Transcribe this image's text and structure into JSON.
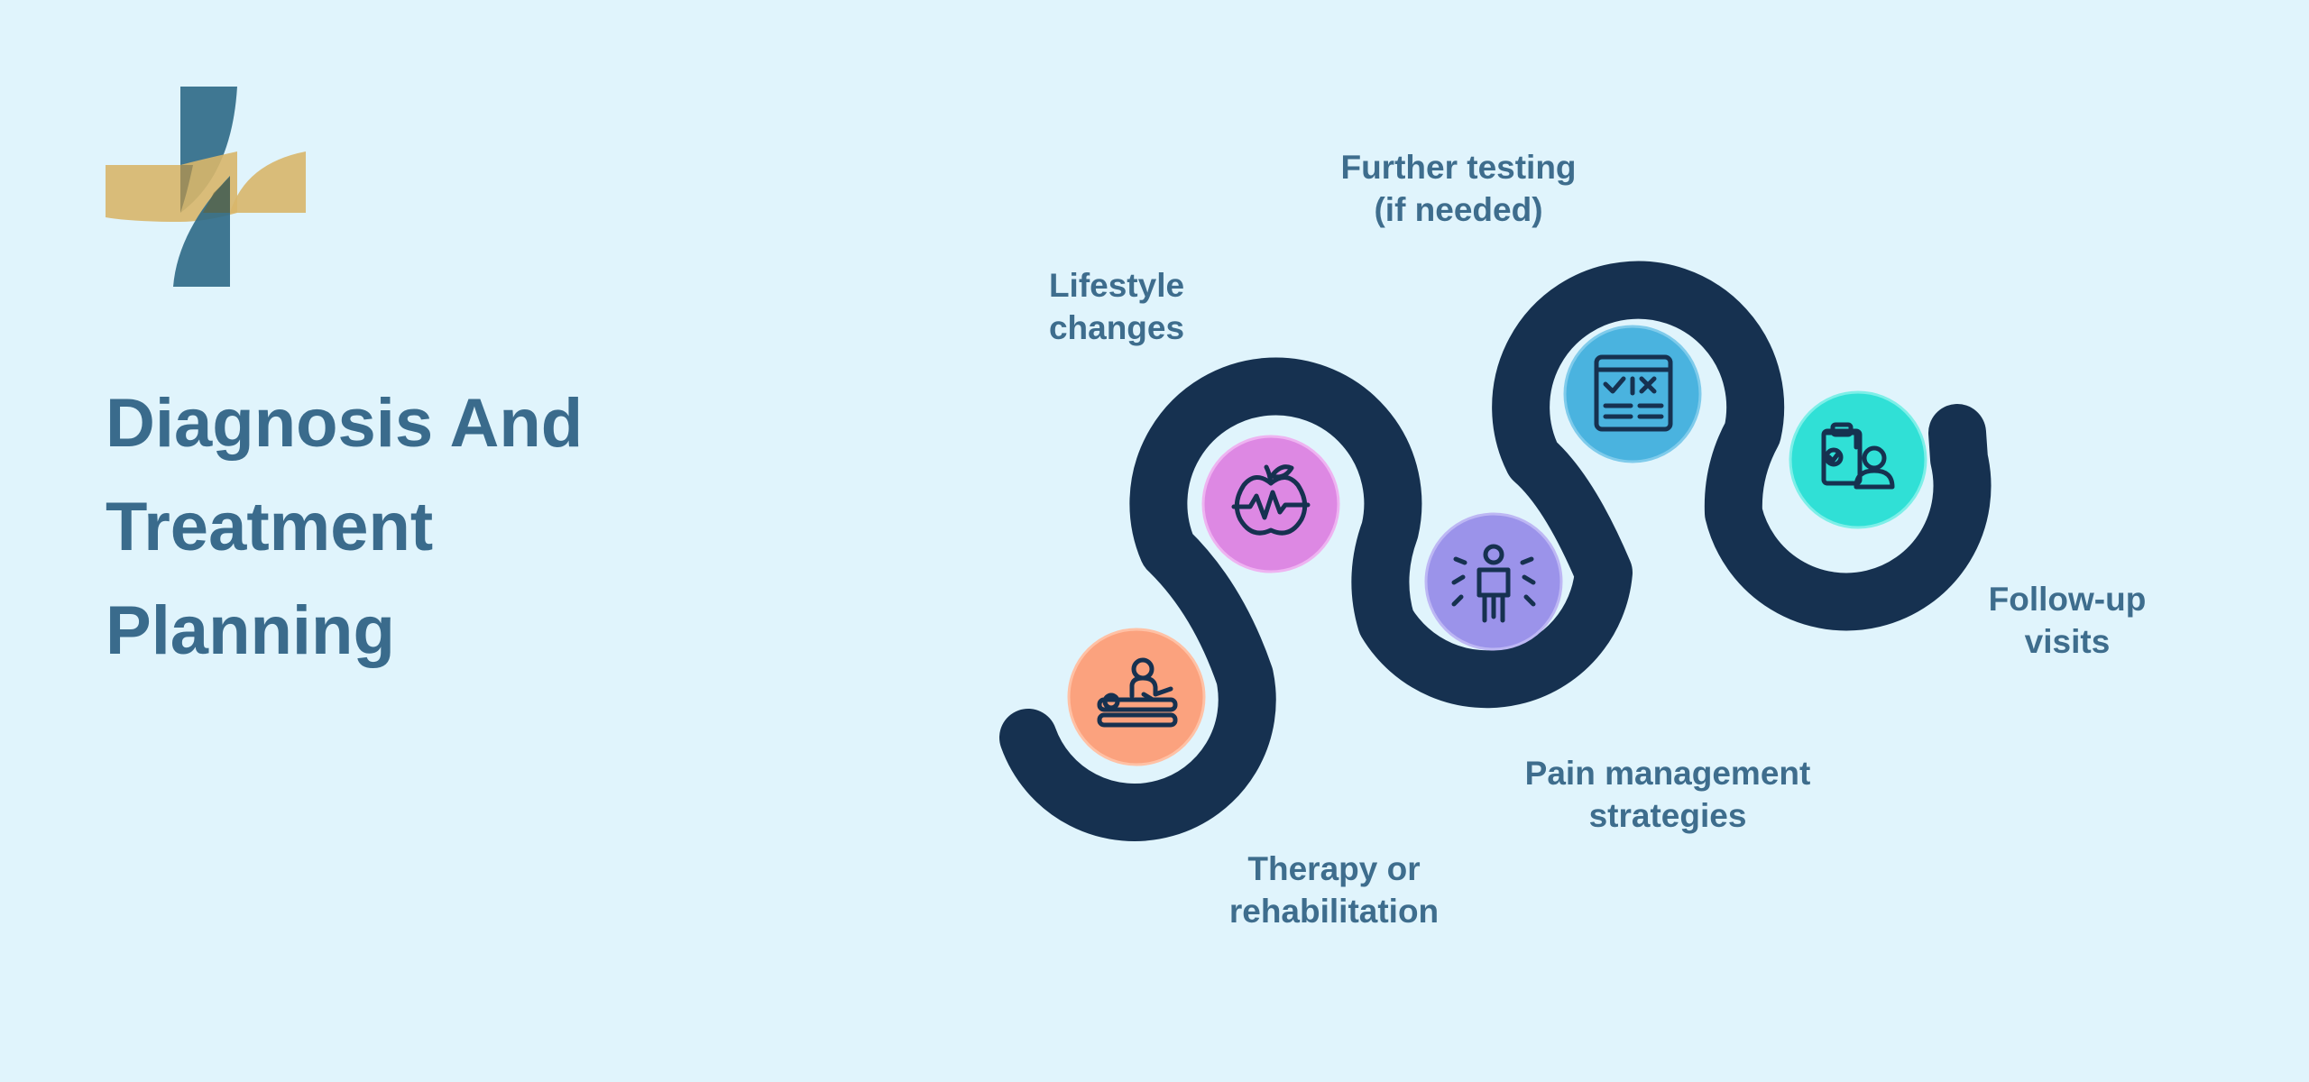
{
  "title": {
    "line1": "Diagnosis And",
    "line2": "Treatment",
    "line3": "Planning"
  },
  "colors": {
    "background": "#e0f4fc",
    "path": "#163150",
    "title_text": "#3a6b8c",
    "label_text": "#3e6d8d",
    "logo_teal": "#2d6986",
    "logo_gold": "#d8b66a"
  },
  "steps": [
    {
      "line1": "Therapy or",
      "line2": "rehabilitation",
      "icon": "massage-therapy-icon",
      "color": "#fba27e"
    },
    {
      "line1": "Lifestyle",
      "line2": "changes",
      "icon": "apple-heartbeat-icon",
      "color": "#dd88e3"
    },
    {
      "line1": "Pain management",
      "line2": "strategies",
      "icon": "person-pain-icon",
      "color": "#9b93ea"
    },
    {
      "line1": "Further testing",
      "line2": "(if needed)",
      "icon": "test-checklist-icon",
      "color": "#4ab3df"
    },
    {
      "line1": "Follow-up",
      "line2": "visits",
      "icon": "clipboard-patient-icon",
      "color": "#30e0d6"
    }
  ]
}
